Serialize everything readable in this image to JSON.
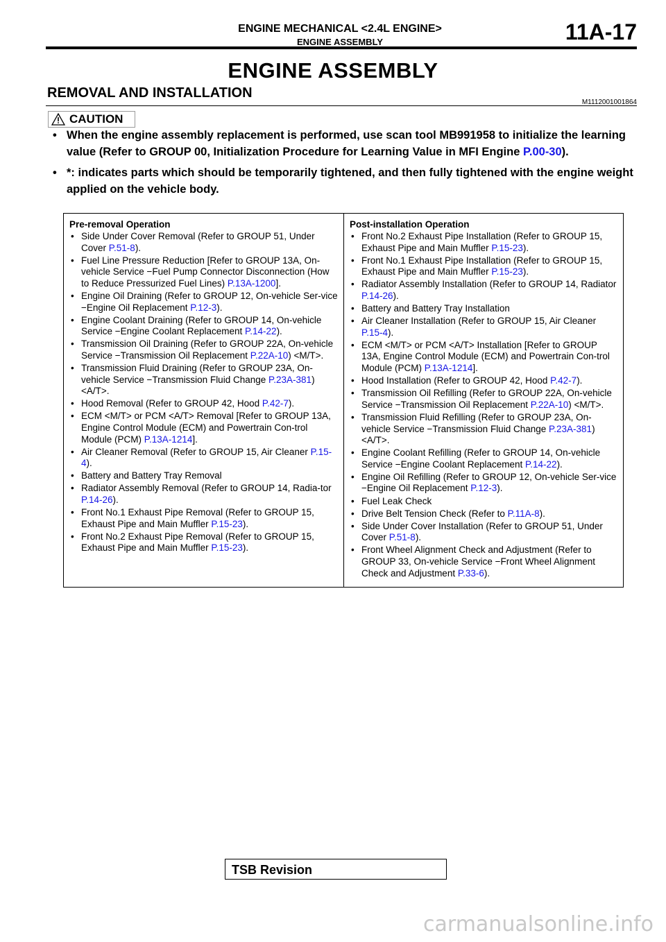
{
  "header": {
    "title": "ENGINE MECHANICAL <2.4L ENGINE>",
    "subtitle": "ENGINE ASSEMBLY",
    "page_number": "11A-17"
  },
  "page_title": "ENGINE ASSEMBLY",
  "section": {
    "title": "REMOVAL AND INSTALLATION",
    "code": "M1112001001864"
  },
  "caution": {
    "icon": "warning-triangle-icon",
    "label": "CAUTION",
    "items": [
      {
        "text": "When the engine assembly replacement is performed, use scan tool MB991958 to initialize the learning value (Refer to GROUP 00, Initialization Procedure for Learning Value in MFI Engine ",
        "ref": "P.00-30",
        "after": ")."
      },
      {
        "text": "*: indicates parts which should be temporarily tightened, and then fully tightened with the engine weight applied on the vehicle body.",
        "ref": "",
        "after": ""
      }
    ]
  },
  "procedures": {
    "pre_removal": {
      "title": "Pre-removal Operation",
      "items": [
        {
          "text": "Side Under Cover Removal (Refer to GROUP 51, Under Cover ",
          "ref": "P.51-8",
          "after": ")."
        },
        {
          "text": "Fuel Line Pressure Reduction [Refer to GROUP 13A, On-vehicle Service −Fuel Pump Connector Disconnection (How to Reduce Pressurized Fuel Lines) ",
          "ref": "P.13A-1200",
          "after": "]."
        },
        {
          "text": "Engine Oil Draining (Refer to GROUP 12, On-vehicle Ser-vice −Engine Oil Replacement ",
          "ref": "P.12-3",
          "after": ")."
        },
        {
          "text": "Engine Coolant Draining (Refer to GROUP 14, On-vehicle Service −Engine Coolant Replacement ",
          "ref": "P.14-22",
          "after": ")."
        },
        {
          "text": "Transmission Oil Draining (Refer to GROUP 22A, On-vehicle Service −Transmission Oil Replacement ",
          "ref": "P.22A-10",
          "after": ") <M/T>."
        },
        {
          "text": "Transmission Fluid Draining (Refer to GROUP 23A, On-vehicle Service −Transmission Fluid Change ",
          "ref": "P.23A-381",
          "after": ") <A/T>."
        },
        {
          "text": "Hood Removal (Refer to GROUP 42, Hood ",
          "ref": "P.42-7",
          "after": ")."
        },
        {
          "text": "ECM <M/T> or PCM <A/T> Removal [Refer to GROUP 13A, Engine Control Module (ECM) and Powertrain Con-trol Module (PCM) ",
          "ref": "P.13A-1214",
          "after": "]."
        },
        {
          "text": "Air Cleaner Removal (Refer to GROUP 15, Air Cleaner ",
          "ref": "P.15-4",
          "after": ")."
        },
        {
          "text": "Battery and Battery Tray Removal",
          "ref": "",
          "after": ""
        },
        {
          "text": "Radiator Assembly Removal (Refer to GROUP 14, Radia-tor ",
          "ref": "P.14-26",
          "after": ")."
        },
        {
          "text": "Front No.1 Exhaust Pipe Removal (Refer to GROUP 15, Exhaust Pipe and Main Muffler ",
          "ref": "P.15-23",
          "after": ")."
        },
        {
          "text": "Front No.2 Exhaust Pipe Removal (Refer to GROUP 15, Exhaust Pipe and Main Muffler ",
          "ref": "P.15-23",
          "after": ")."
        }
      ]
    },
    "post_installation": {
      "title": "Post-installation Operation",
      "items": [
        {
          "text": "Front No.2 Exhaust Pipe Installation (Refer to GROUP 15, Exhaust Pipe and Main Muffler ",
          "ref": "P.15-23",
          "after": ")."
        },
        {
          "text": "Front No.1 Exhaust Pipe Installation (Refer to GROUP 15, Exhaust Pipe and Main Muffler ",
          "ref": "P.15-23",
          "after": ")."
        },
        {
          "text": "Radiator Assembly Installation (Refer to GROUP 14, Radiator ",
          "ref": "P.14-26",
          "after": ")."
        },
        {
          "text": "Battery and Battery Tray Installation",
          "ref": "",
          "after": ""
        },
        {
          "text": "Air Cleaner Installation (Refer to GROUP 15, Air Cleaner ",
          "ref": "P.15-4",
          "after": ")."
        },
        {
          "text": "ECM <M/T> or PCM <A/T> Installation [Refer to GROUP 13A, Engine Control Module (ECM) and Powertrain Con-trol Module (PCM) ",
          "ref": "P.13A-1214",
          "after": "]."
        },
        {
          "text": "Hood Installation (Refer to GROUP 42, Hood ",
          "ref": "P.42-7",
          "after": ")."
        },
        {
          "text": "Transmission Oil Refilling (Refer to GROUP 22A, On-vehicle Service −Transmission Oil Replacement ",
          "ref": "P.22A-10",
          "after": ") <M/T>."
        },
        {
          "text": "Transmission Fluid Refilling (Refer to GROUP 23A, On-vehicle Service −Transmission Fluid Change ",
          "ref": "P.23A-381",
          "after": ") <A/T>."
        },
        {
          "text": "Engine Coolant Refilling (Refer to GROUP 14, On-vehicle Service −Engine Coolant Replacement ",
          "ref": "P.14-22",
          "after": ")."
        },
        {
          "text": "Engine Oil Refilling (Refer to GROUP 12, On-vehicle Ser-vice −Engine Oil Replacement ",
          "ref": "P.12-3",
          "after": ")."
        },
        {
          "text": "Fuel Leak Check",
          "ref": "",
          "after": ""
        },
        {
          "text": "Drive Belt Tension Check (Refer to ",
          "ref": "P.11A-8",
          "after": ")."
        },
        {
          "text": "Side Under Cover Installation (Refer to GROUP 51, Under Cover ",
          "ref": "P.51-8",
          "after": ")."
        },
        {
          "text": "Front Wheel Alignment Check and Adjustment (Refer to GROUP 33, On-vehicle Service −Front Wheel Alignment Check and Adjustment ",
          "ref": "P.33-6",
          "after": ")."
        }
      ]
    }
  },
  "footer": {
    "label": "TSB Revision"
  },
  "watermark": "carmanualsonline.info",
  "colors": {
    "link": "#1616e6",
    "rule": "#000000",
    "watermark": "#c8c8c8"
  }
}
